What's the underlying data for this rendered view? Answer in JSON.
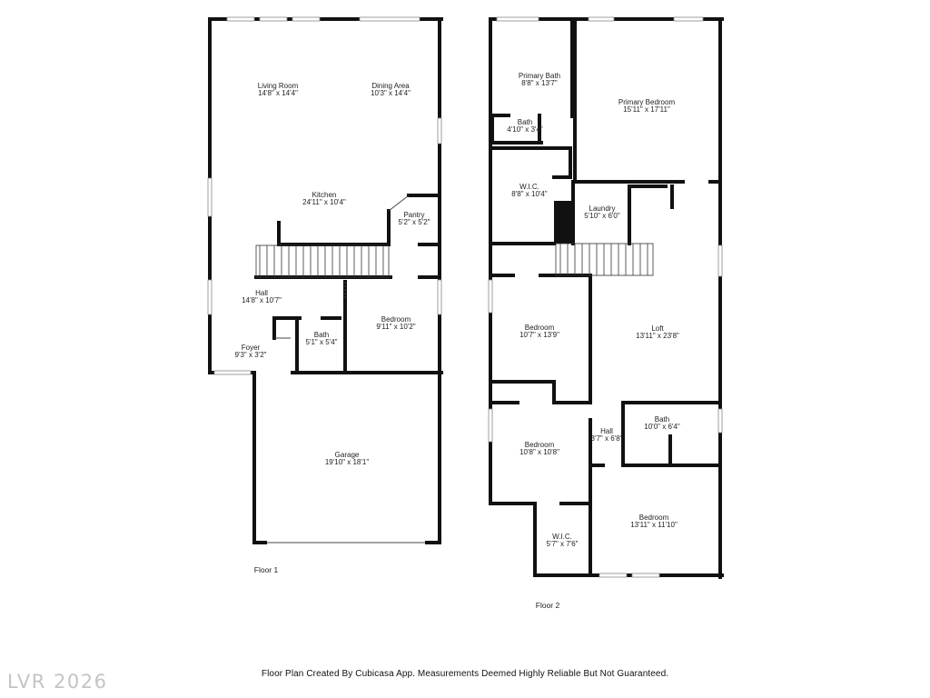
{
  "floors": [
    {
      "label": "Floor 1",
      "rooms": [
        {
          "name": "Living Room",
          "dims": "14'8\" x 14'4\""
        },
        {
          "name": "Dining Area",
          "dims": "10'3\" x 14'4\""
        },
        {
          "name": "Kitchen",
          "dims": "24'11\" x 10'4\""
        },
        {
          "name": "Pantry",
          "dims": "5'2\" x 5'2\""
        },
        {
          "name": "Hall",
          "dims": "14'8\" x 10'7\""
        },
        {
          "name": "Bedroom",
          "dims": "9'11\" x 10'2\""
        },
        {
          "name": "Bath",
          "dims": "5'1\" x 5'4\""
        },
        {
          "name": "Foyer",
          "dims": "9'3\" x 3'2\""
        },
        {
          "name": "Garage",
          "dims": "19'10\" x 18'1\""
        }
      ]
    },
    {
      "label": "Floor 2",
      "rooms": [
        {
          "name": "Primary Bath",
          "dims": "8'8\" x 13'7\""
        },
        {
          "name": "Primary Bedroom",
          "dims": "15'11\" x 17'11\""
        },
        {
          "name": "Bath",
          "dims": "4'10\" x 3'4\""
        },
        {
          "name": "W.I.C.",
          "dims": "8'8\" x 10'4\""
        },
        {
          "name": "Laundry",
          "dims": "5'10\" x 6'0\""
        },
        {
          "name": "Bedroom",
          "dims": "10'7\" x 13'9\""
        },
        {
          "name": "Loft",
          "dims": "13'11\" x 23'8\""
        },
        {
          "name": "Bath",
          "dims": "10'0\" x 6'4\""
        },
        {
          "name": "Hall",
          "dims": "3'7\" x 6'8\""
        },
        {
          "name": "Bedroom",
          "dims": "10'8\" x 10'8\""
        },
        {
          "name": "Bedroom",
          "dims": "13'11\" x 11'10\""
        },
        {
          "name": "W.I.C.",
          "dims": "5'7\" x 7'6\""
        }
      ]
    }
  ],
  "footer": "Floor Plan Created By Cubicasa App. Measurements Deemed Highly Reliable But Not Guaranteed.",
  "watermark": "LVR 2026",
  "colors": {
    "wall": "#111111",
    "window": "#9a9a9a",
    "background": "#ffffff"
  }
}
